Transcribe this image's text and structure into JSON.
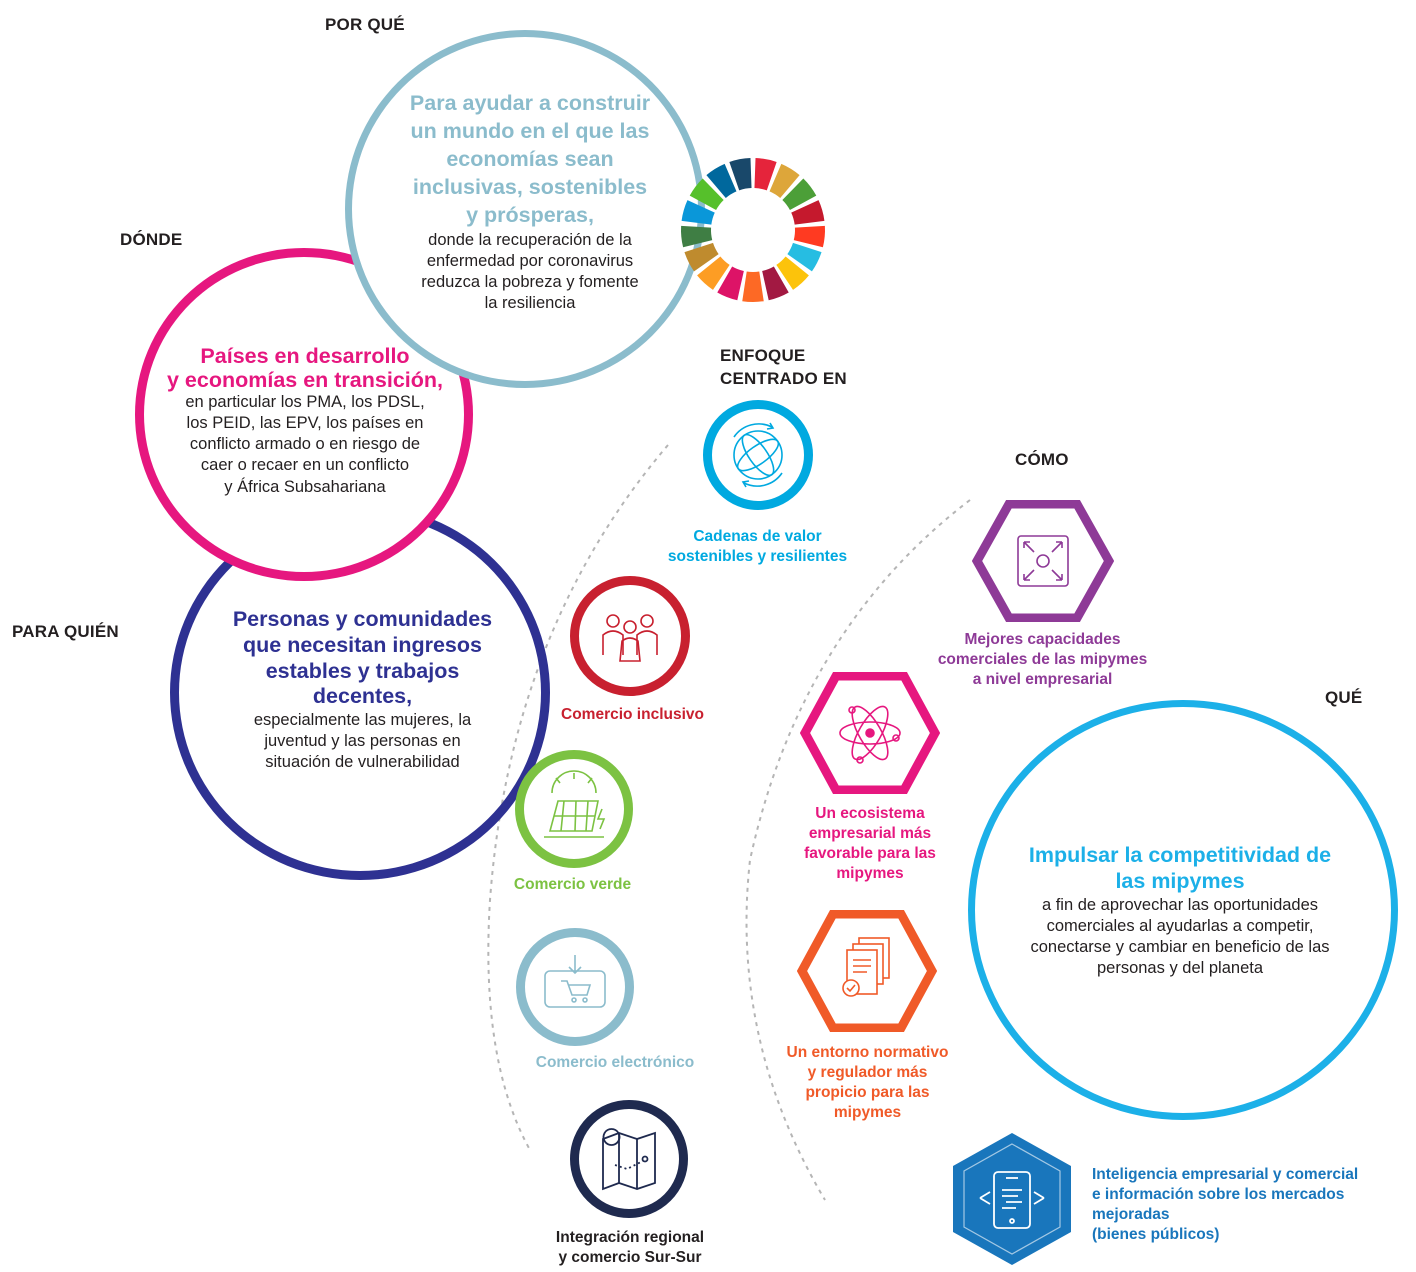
{
  "headers": {
    "por_que": "POR QUÉ",
    "donde": "DÓNDE",
    "para_quien": "PARA QUIÉN",
    "enfoque": [
      "ENFOQUE",
      "CENTRADO EN"
    ],
    "como": "CÓMO",
    "que": "QUÉ"
  },
  "por_que": {
    "headline": [
      "Para ayudar a construir",
      "un mundo en el que las",
      "economías sean",
      "inclusivas, sostenibles",
      "y prósperas,"
    ],
    "body": [
      "donde la recuperación de la",
      "enfermedad por coronavirus",
      "reduzca la pobreza y fomente",
      "la resiliencia"
    ]
  },
  "donde": {
    "headline": [
      "Países en desarrollo",
      "y economías en transición,"
    ],
    "body": [
      "en particular los PMA, los PDSL,",
      "los PEID, las EPV, los países en",
      "conflicto armado o en riesgo de",
      "caer o recaer en un conflicto",
      "y África Subsahariana"
    ]
  },
  "para_quien": {
    "headline": [
      "Personas y comunidades",
      "que necesitan ingresos",
      "estables y trabajos",
      "decentes,"
    ],
    "body": [
      "especialmente las mujeres, la",
      "juventud y las personas en",
      "situación de vulnerabilidad"
    ]
  },
  "enfoque_items": [
    {
      "label": [
        "Cadenas de valor",
        "sostenibles y resilientes"
      ],
      "icon": "globe-cycle-icon",
      "color": "#00a9e0"
    },
    {
      "label": [
        "Comercio inclusivo"
      ],
      "icon": "people-group-icon",
      "color": "#c8202f"
    },
    {
      "label": [
        "Comercio verde"
      ],
      "icon": "solar-panel-icon",
      "color": "#7cc242"
    },
    {
      "label": [
        "Comercio electrónico"
      ],
      "icon": "mobile-cart-icon",
      "color": "#8bbccc"
    },
    {
      "label": [
        "Integración regional",
        "y comercio Sur-Sur"
      ],
      "icon": "map-pin-icon",
      "color": "#1f2a4f"
    }
  ],
  "como_items": [
    {
      "label": [
        "Mejores capacidades",
        "comerciales de las mipymes",
        "a nivel empresarial"
      ],
      "icon": "expand-target-icon",
      "color": "#8e3a97"
    },
    {
      "label": [
        "Un ecosistema",
        "empresarial más",
        "favorable para las",
        "mipymes"
      ],
      "icon": "atom-icon",
      "color": "#e6177f"
    },
    {
      "label": [
        "Un entorno normativo",
        "y regulador más",
        "propicio para las",
        "mipymes"
      ],
      "icon": "documents-check-icon",
      "color": "#f05a28"
    },
    {
      "label": [
        "Inteligencia empresarial y comercial",
        "e información sobre los mercados",
        "mejoradas",
        "(bienes públicos)"
      ],
      "icon": "mobile-data-icon",
      "color": "#1976bc"
    }
  ],
  "que": {
    "headline": [
      "Impulsar la competitividad de",
      "las mipymes"
    ],
    "body": [
      "a fin de aprovechar las oportunidades",
      "comerciales al ayudarlas a competir,",
      "conectarse y cambiar en beneficio de las",
      "personas y del planeta"
    ]
  },
  "colors": {
    "por_que": "#8bbccc",
    "donde": "#e6177f",
    "para_quien": "#2e3192",
    "que": "#1cb0e8",
    "dotted": "#b5b5b5"
  },
  "sdg_wheel_colors": [
    "#e5243b",
    "#dda63a",
    "#4c9f38",
    "#c5192d",
    "#ff3a21",
    "#26bde2",
    "#fcc30b",
    "#a21942",
    "#fd6925",
    "#dd1367",
    "#fd9d24",
    "#bf8b2e",
    "#3f7e44",
    "#0a97d9",
    "#56c02b",
    "#00689d",
    "#19486a"
  ]
}
